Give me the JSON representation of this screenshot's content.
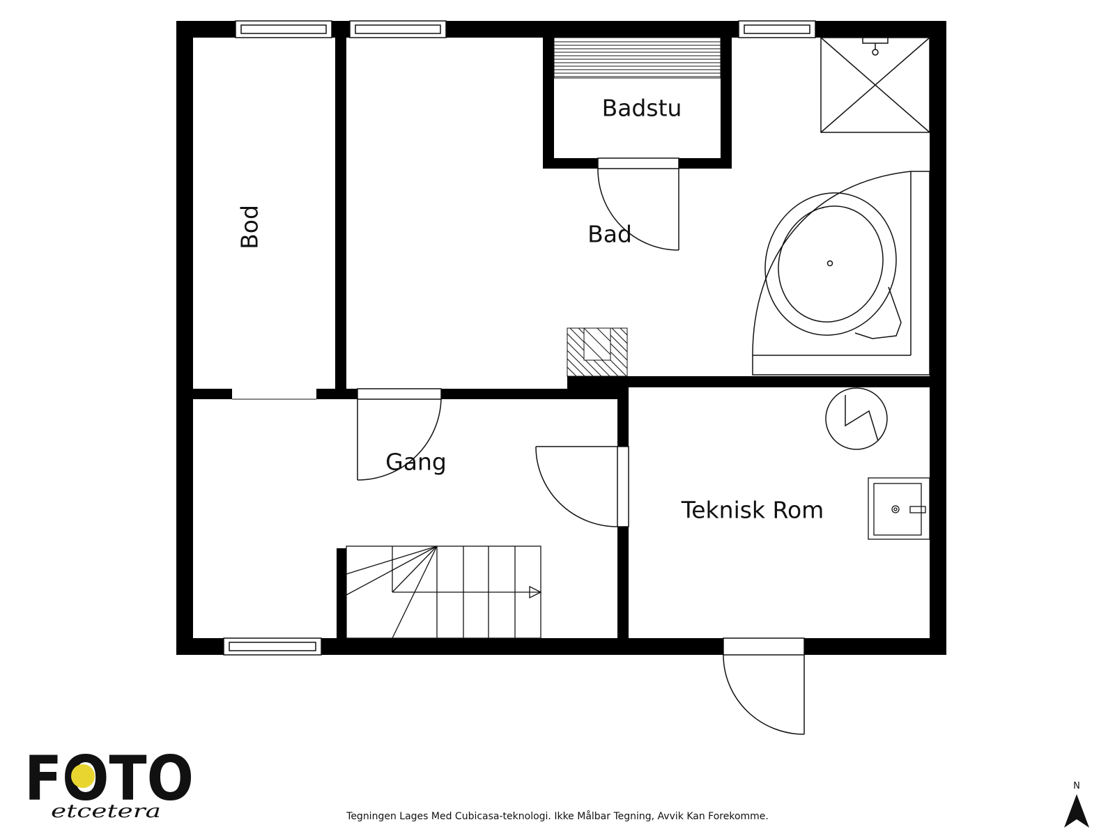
{
  "rooms": {
    "bod": "Bod",
    "badstu": "Badstu",
    "bad": "Bad",
    "gang": "Gang",
    "teknisk_rom": "Teknisk Rom"
  },
  "disclaimer": "Tegningen Lages Med Cubicasa-teknologi. Ikke Målbar Tegning, Avvik Kan Forekomme.",
  "north": "N",
  "logo": {
    "main": "FOTO",
    "script": "etcetera"
  },
  "colors": {
    "wall": "#000000",
    "logo_accent": "#e8d530",
    "line": "#111111"
  }
}
